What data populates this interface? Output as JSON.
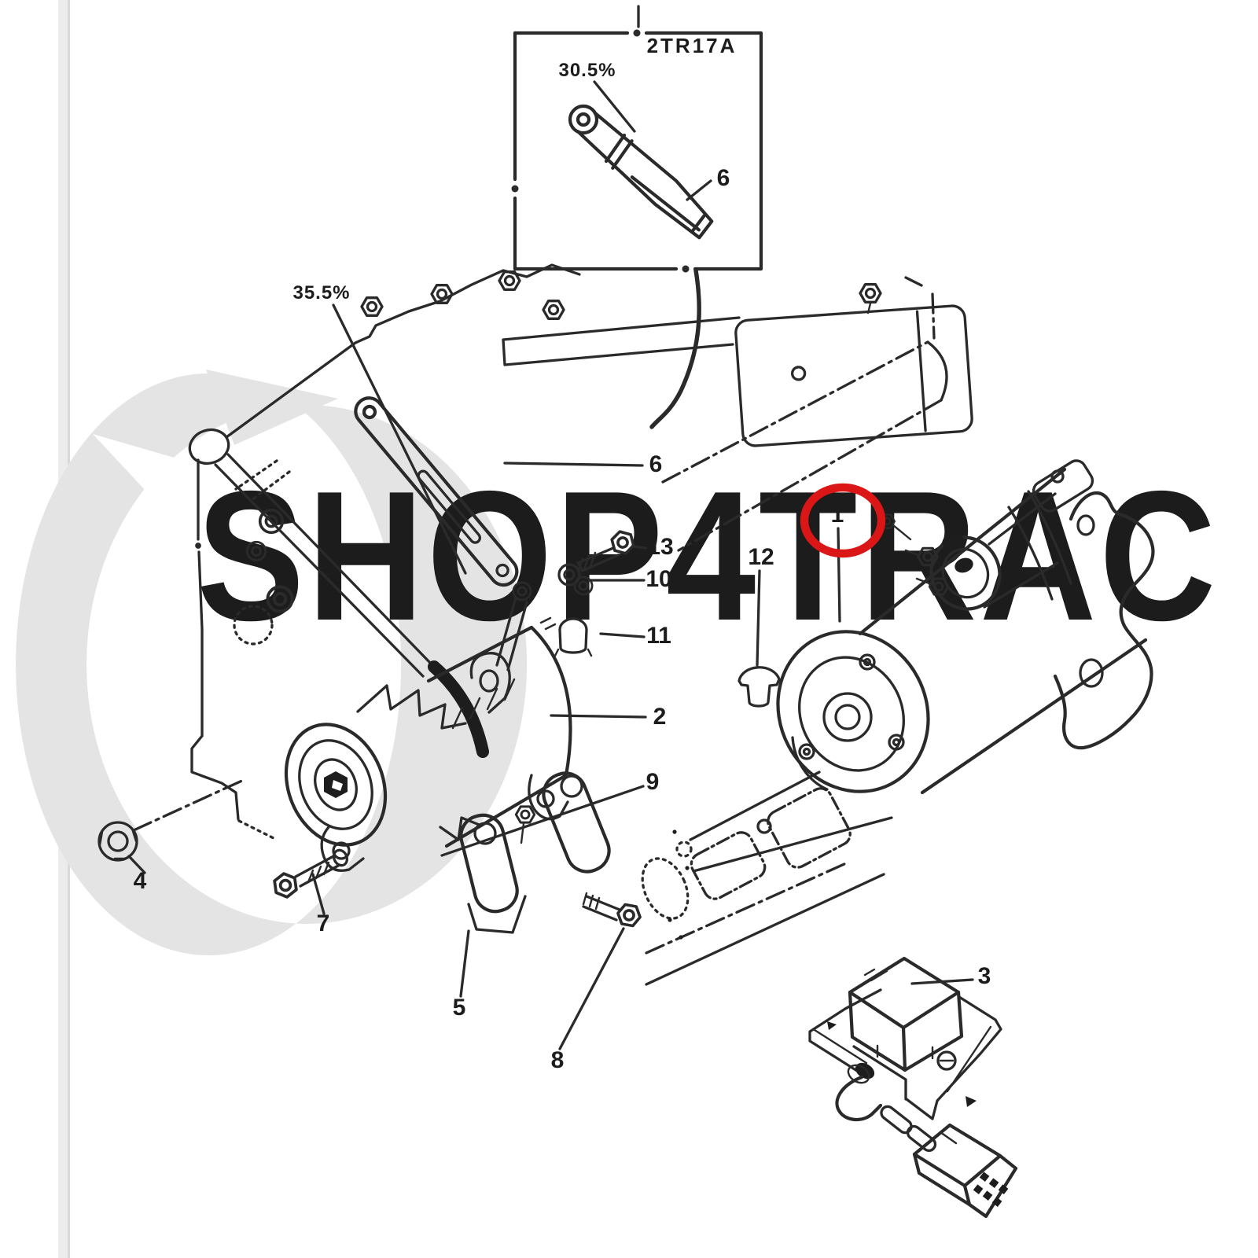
{
  "figure": {
    "type": "tractor-starter-alternator-parts-diagram",
    "inset": {
      "code": "2TR17A",
      "dimension": "30.5%",
      "callout": "6"
    },
    "main_dimension": "35.5%",
    "highlight": {
      "circled_callout": "1",
      "color": "#da1616"
    }
  },
  "labels": {
    "inset_code": "2TR17A",
    "inset_dim": "30.5%",
    "inset_part": "6",
    "main_dim": "35.5%",
    "p1": "1",
    "p2": "2",
    "p3": "3",
    "p4": "4",
    "p5": "5",
    "p6": "6",
    "p7": "7",
    "p8": "8",
    "p9": "9",
    "p10": "10",
    "p11": "11",
    "p12": "12",
    "p13": "13"
  },
  "watermark": {
    "text": "SHOP4TRAC",
    "color": "#e4e4e4"
  },
  "page": {
    "background": "#ffffff",
    "edge_strip_color": "#ececec"
  }
}
